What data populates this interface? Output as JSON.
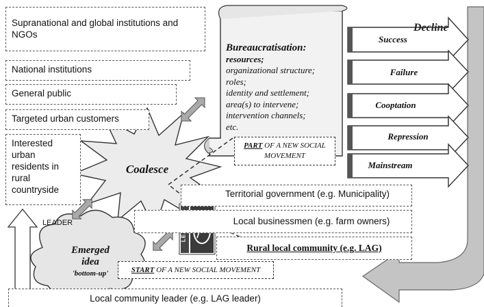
{
  "left_boxes": {
    "supranational": "Supranational and global institutions and NGOs",
    "national": "National institutions",
    "general_public": "General public",
    "targeted_customers": "Targeted urban customers",
    "interested_residents": "Interested urban residents in rural countryside"
  },
  "right_boxes": {
    "territorial_government": "Territorial government (e.g. Municipality)",
    "local_businessmen": "Local businessmen (e.g. farm owners)",
    "rural_community": "Rural local community (e.g. LAG)",
    "community_leader": "Local community leader (e.g. LAG leader)"
  },
  "scroll": {
    "title": "Bureaucratisation:",
    "subtitle": "resources;",
    "items": [
      "organizational structure;",
      "roles;",
      "identity and settlement;",
      "area(s) to intervene;",
      "intervention channels;",
      "etc."
    ]
  },
  "movements": {
    "part_emph": "PART",
    "part_rest": " OF A NEW SOCIAL MOVEMENT",
    "start_emph": "START",
    "start_rest": " OF A NEW SOCIAL MOVEMENT"
  },
  "coalesce": "Coalesce",
  "emerged": {
    "line1": "Emerged",
    "line2": "idea",
    "line3": "'bottom-up'"
  },
  "leader_label": "LEADER",
  "leader_logo_text": "LEADER",
  "decline": "Decline",
  "outcomes": [
    "Success",
    "Failure",
    "Cooptation",
    "Repression",
    "Mainstream"
  ]
}
